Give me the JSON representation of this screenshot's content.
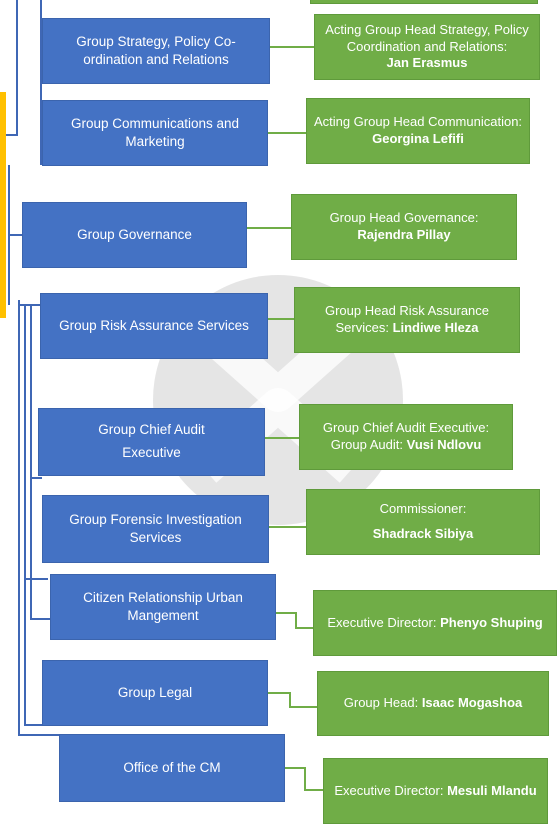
{
  "colors": {
    "unit_fill": "#4472c4",
    "head_fill": "#70ad47",
    "connector": "#3f67b5",
    "accent": "#ffc000"
  },
  "rows": [
    {
      "unit": "Group Strategy, Policy Co-ordination and Relations",
      "head_prefix": "Acting Group Head Strategy, Policy Coordination and Relations:",
      "head_name": "Jan Erasmus"
    },
    {
      "unit": "Group Communications and Marketing",
      "head_prefix": "Acting Group Head Communication:",
      "head_name": "Georgina Lefifi"
    },
    {
      "unit": "Group Governance",
      "head_prefix": "Group Head Governance:",
      "head_name": "Rajendra Pillay"
    },
    {
      "unit": "Group Risk Assurance Services",
      "head_prefix": "Group Head Risk Assurance Services:",
      "head_name": "Lindiwe Hleza"
    },
    {
      "unit": "Group Chief Audit Executive",
      "head_prefix": "Group Chief Audit Executive: Group Audit:",
      "head_name": "Vusi Ndlovu"
    },
    {
      "unit": "Group Forensic Investigation Services",
      "head_prefix": "Commissioner:",
      "head_name": "Shadrack Sibiya"
    },
    {
      "unit": "Citizen Relationship Urban Mangement",
      "head_prefix": "Executive Director:",
      "head_name": "Phenyo Shuping"
    },
    {
      "unit": "Group Legal",
      "head_prefix": "Group Head:",
      "head_name": "Isaac Mogashoa"
    },
    {
      "unit": "Office of the CM",
      "head_prefix": "Executive Director:",
      "head_name": "Mesuli Mlandu"
    }
  ]
}
